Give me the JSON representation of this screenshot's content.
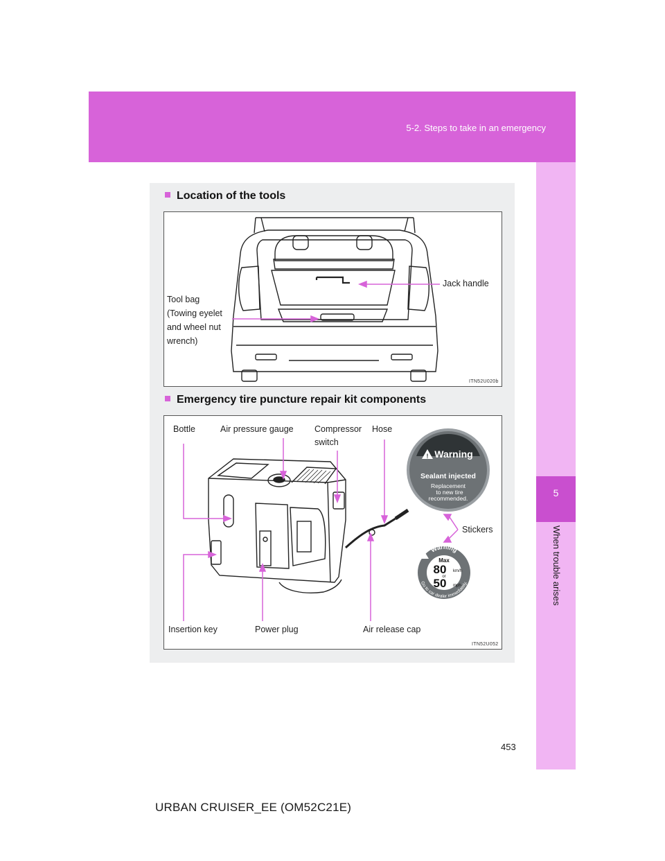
{
  "header": {
    "section": "5-2. Steps to take in an emergency"
  },
  "side": {
    "chapter_number": "5",
    "chapter_title": "When trouble arises"
  },
  "page_number": "453",
  "footer": "URBAN CRUISER_EE (OM52C21E)",
  "section1": {
    "heading": "Location of the tools",
    "labels": {
      "jack_handle": "Jack handle",
      "tool_bag_1": "Tool bag",
      "tool_bag_2": "(Towing eyelet",
      "tool_bag_3": "and wheel nut",
      "tool_bag_4": "wrench)"
    },
    "figure_code": "ITN52U020b"
  },
  "section2": {
    "heading": "Emergency tire puncture repair kit components",
    "labels": {
      "bottle": "Bottle",
      "air_pressure_gauge": "Air pressure gauge",
      "compressor_1": "Compressor",
      "compressor_2": "switch",
      "hose": "Hose",
      "stickers": "Stickers",
      "insertion_key": "Insertion key",
      "power_plug": "Power plug",
      "air_release_cap": "Air release cap"
    },
    "sticker1": {
      "warning": "Warning",
      "line1": "Sealant injected",
      "line2": "Replacement",
      "line3": "to new tire",
      "line4": "recommended."
    },
    "sticker2": {
      "warning": "Warning",
      "max": "Max",
      "speed_kmh": "80",
      "unit_kmh": "km/h",
      "or": "or",
      "speed_mph": "50",
      "unit_mph": "mph",
      "ring_text": "Go to car dealer immediately."
    },
    "figure_code": "ITN52U052"
  },
  "colors": {
    "accent": "#d763d9",
    "side_tab": "#f1b5f3",
    "panel": "#edeeef",
    "sticker_gray": "#6d7275"
  }
}
